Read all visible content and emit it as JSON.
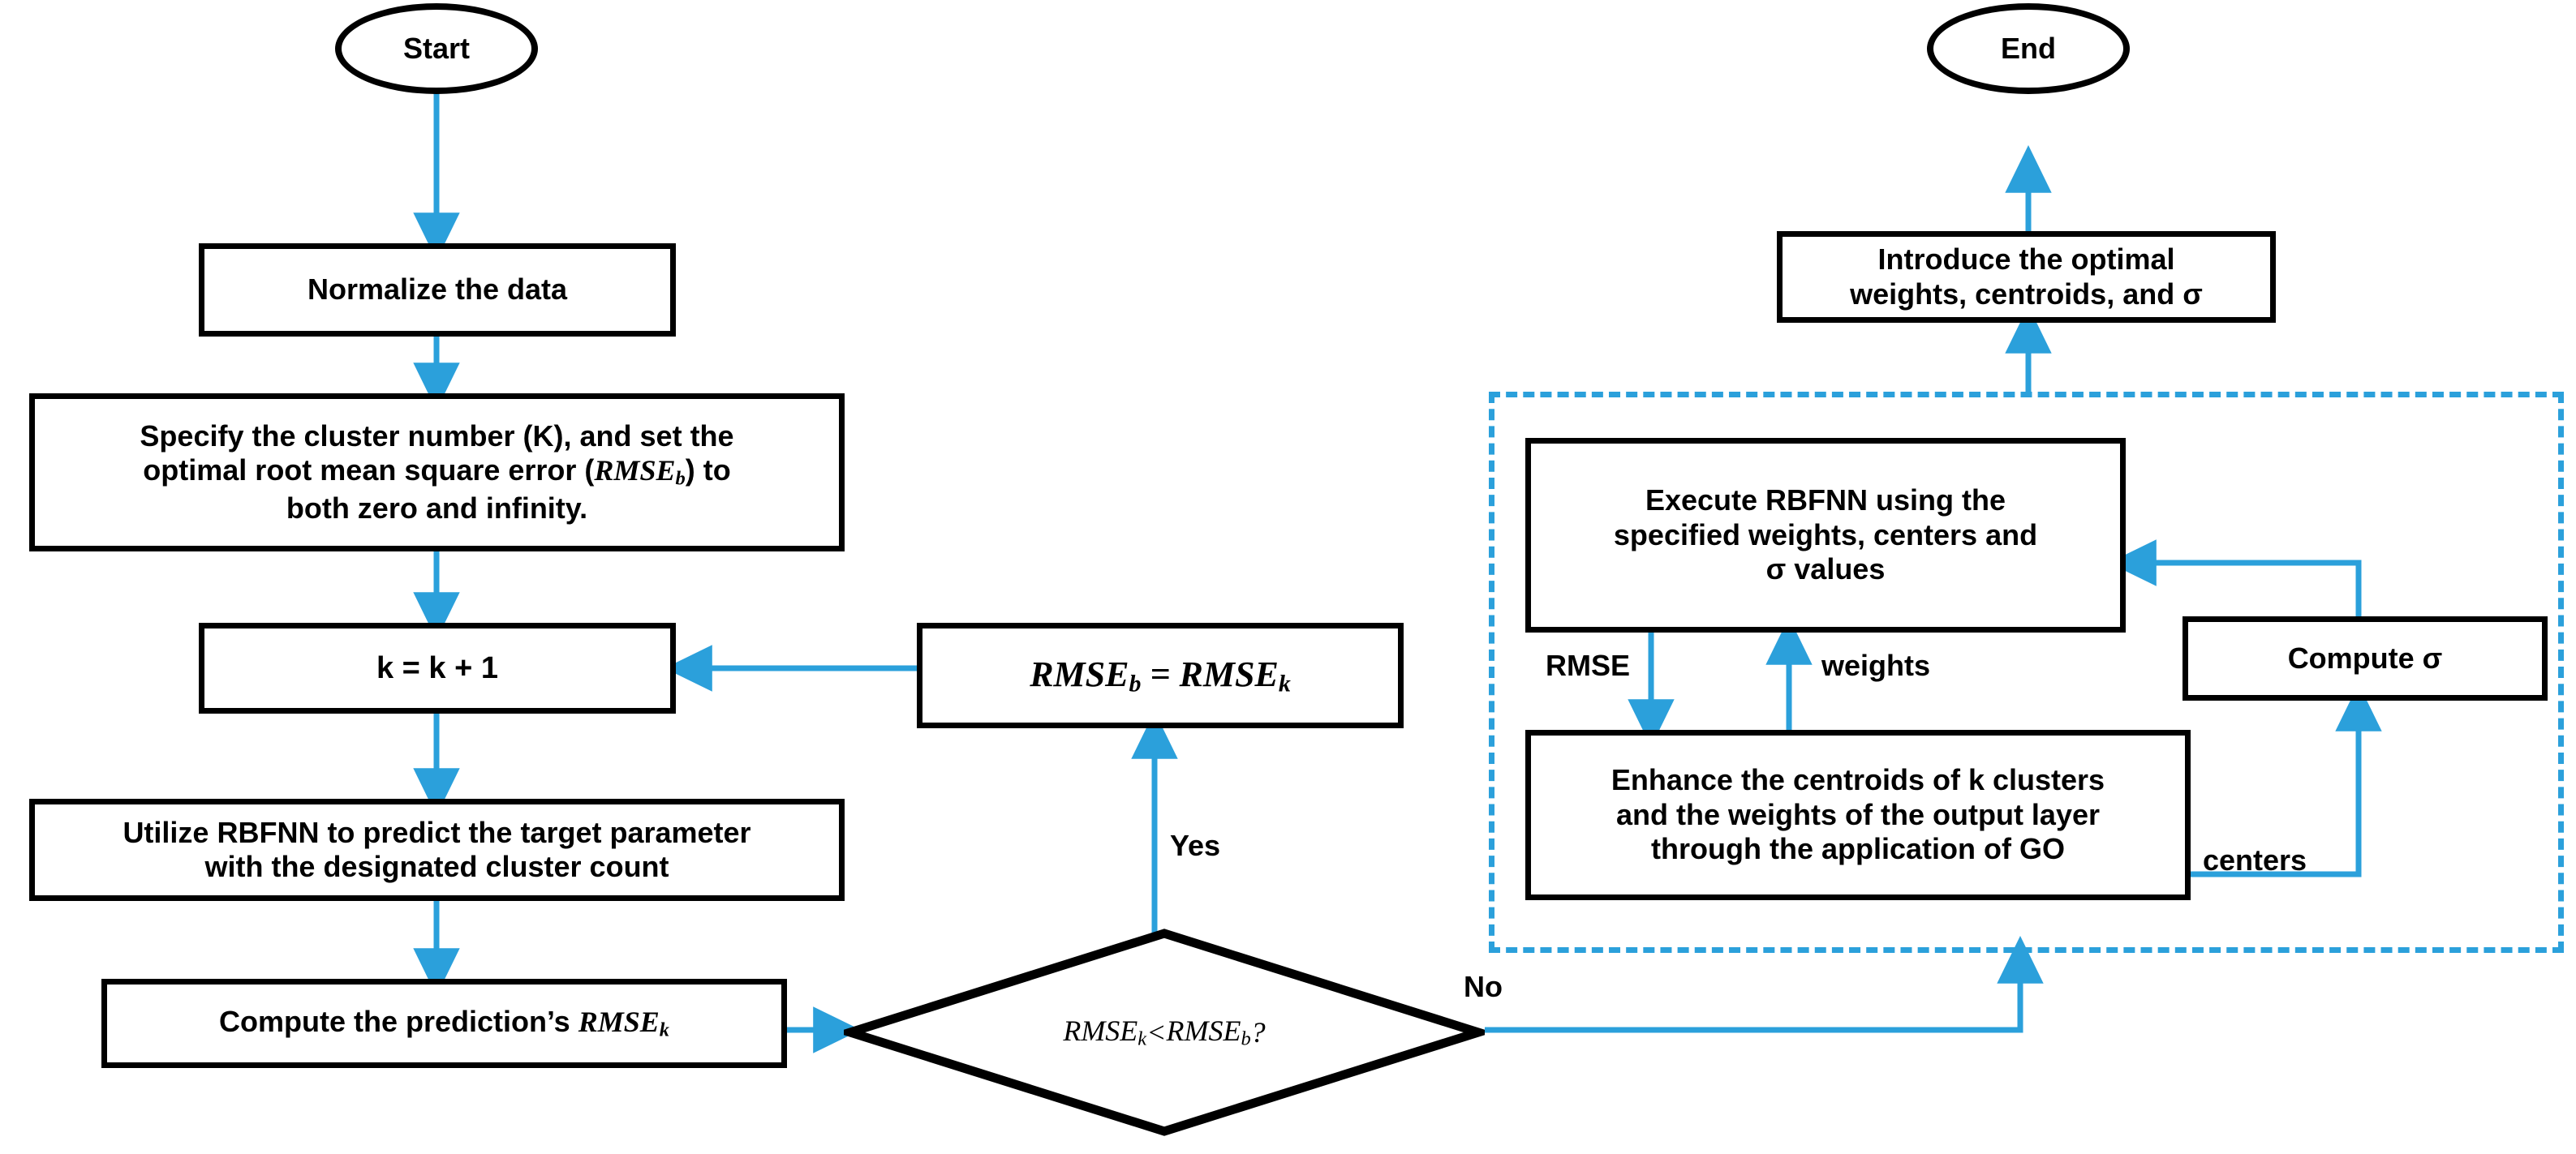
{
  "theme": {
    "accent_blue": "#2BA0DB",
    "stroke_black": "#000000",
    "background": "#FFFFFF"
  },
  "diagram": {
    "type": "flowchart",
    "title": "RBFNN clustering optimisation flowchart"
  },
  "nodes": {
    "start": {
      "label": "Start",
      "shape": "ellipse"
    },
    "end": {
      "label": "End",
      "shape": "ellipse"
    },
    "normalize": {
      "label": "Normalize the data",
      "shape": "process"
    },
    "specify": {
      "shape": "process",
      "line1": "Specify the cluster number (K), and set the",
      "line2_pre": "optimal root mean square error (",
      "line2_math": "RMSE",
      "line2_sub": "b",
      "line2_post": ") to",
      "line3": "both zero and infinity."
    },
    "increment": {
      "label": "k = k + 1",
      "shape": "process"
    },
    "utilize": {
      "shape": "process",
      "line1": "Utilize RBFNN to predict the target parameter",
      "line2": "with the designated cluster count"
    },
    "compute_rmse": {
      "shape": "process",
      "text_pre": "Compute the prediction’s ",
      "math": "RMSE",
      "sub": "k"
    },
    "decision": {
      "shape": "diamond",
      "math_left": "RMSE",
      "sub_left": "k",
      "operator": " < ",
      "math_right": "RMSE",
      "sub_right": "b",
      "suffix": "?"
    },
    "assign_rmse": {
      "shape": "process",
      "math_left": "RMSE",
      "sub_left": "b",
      "operator": " = ",
      "math_right": "RMSE",
      "sub_right": "k"
    },
    "introduce": {
      "shape": "process",
      "line1": "Introduce the optimal",
      "line2": "weights, centroids, and σ"
    },
    "execute_rbfnn": {
      "shape": "process",
      "line1": "Execute RBFNN using the",
      "line2": "specified weights, centers and",
      "line3": "σ values"
    },
    "enhance": {
      "shape": "process",
      "line1": "Enhance the centroids of k clusters",
      "line2": "and the weights of the output layer",
      "line3": "through the application of GO"
    },
    "compute_sigma": {
      "label": "Compute σ",
      "shape": "process"
    }
  },
  "edge_labels": {
    "yes": "Yes",
    "no": "No",
    "rmse": "RMSE",
    "weights": "weights",
    "centers": "centers"
  },
  "edges": [
    {
      "from": "start",
      "to": "normalize",
      "label": ""
    },
    {
      "from": "normalize",
      "to": "specify",
      "label": ""
    },
    {
      "from": "specify",
      "to": "increment",
      "label": ""
    },
    {
      "from": "increment",
      "to": "utilize",
      "label": ""
    },
    {
      "from": "utilize",
      "to": "compute_rmse",
      "label": ""
    },
    {
      "from": "compute_rmse",
      "to": "decision",
      "label": ""
    },
    {
      "from": "decision",
      "to": "assign_rmse",
      "label": "Yes"
    },
    {
      "from": "assign_rmse",
      "to": "increment",
      "label": ""
    },
    {
      "from": "decision",
      "to": "go_group",
      "label": "No"
    },
    {
      "from": "execute_rbfnn",
      "to": "enhance",
      "label": "RMSE"
    },
    {
      "from": "enhance",
      "to": "execute_rbfnn",
      "label": "weights"
    },
    {
      "from": "enhance",
      "to": "compute_sigma",
      "label": "centers"
    },
    {
      "from": "compute_sigma",
      "to": "execute_rbfnn",
      "label": ""
    },
    {
      "from": "go_group",
      "to": "introduce",
      "label": ""
    },
    {
      "from": "introduce",
      "to": "end",
      "label": ""
    }
  ]
}
